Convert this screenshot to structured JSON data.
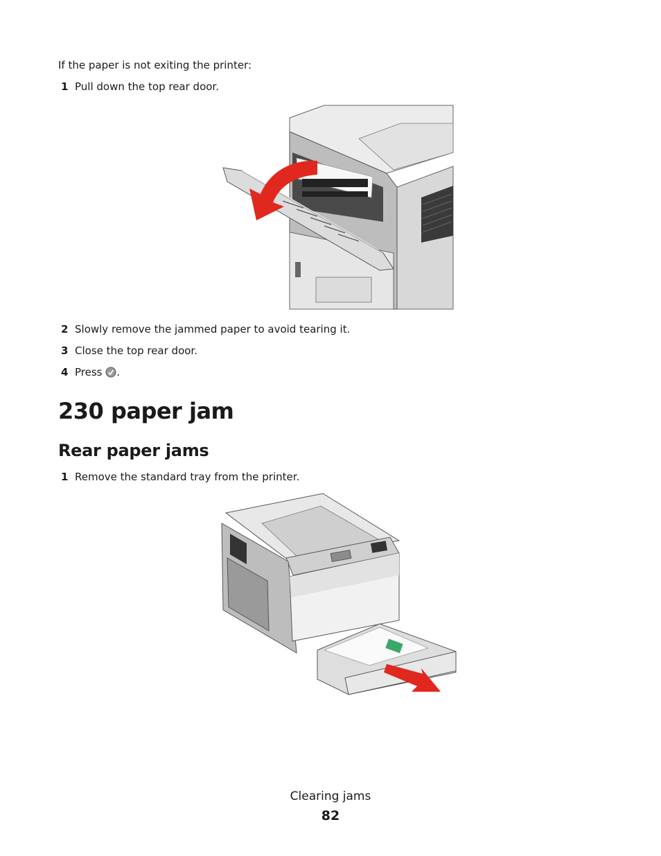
{
  "intro": "If the paper is not exiting the printer:",
  "steps_a": [
    {
      "num": "1",
      "text": "Pull down the top rear door."
    },
    {
      "num": "2",
      "text": "Slowly remove the jammed paper to avoid tearing it."
    },
    {
      "num": "3",
      "text": "Close the top rear door."
    },
    {
      "num": "4",
      "text": "Press",
      "suffix": "."
    }
  ],
  "icons": {
    "press_button": "check-button-icon"
  },
  "section": {
    "title": "230 paper jam"
  },
  "subsection": {
    "title": "Rear paper jams"
  },
  "steps_b": [
    {
      "num": "1",
      "text": "Remove the standard tray from the printer."
    }
  ],
  "colors": {
    "arrow": "#e0281e",
    "printer_gray": "#8a8a8a",
    "printer_light": "#e4e4e4"
  },
  "footer": {
    "title": "Clearing jams",
    "page": "82"
  }
}
